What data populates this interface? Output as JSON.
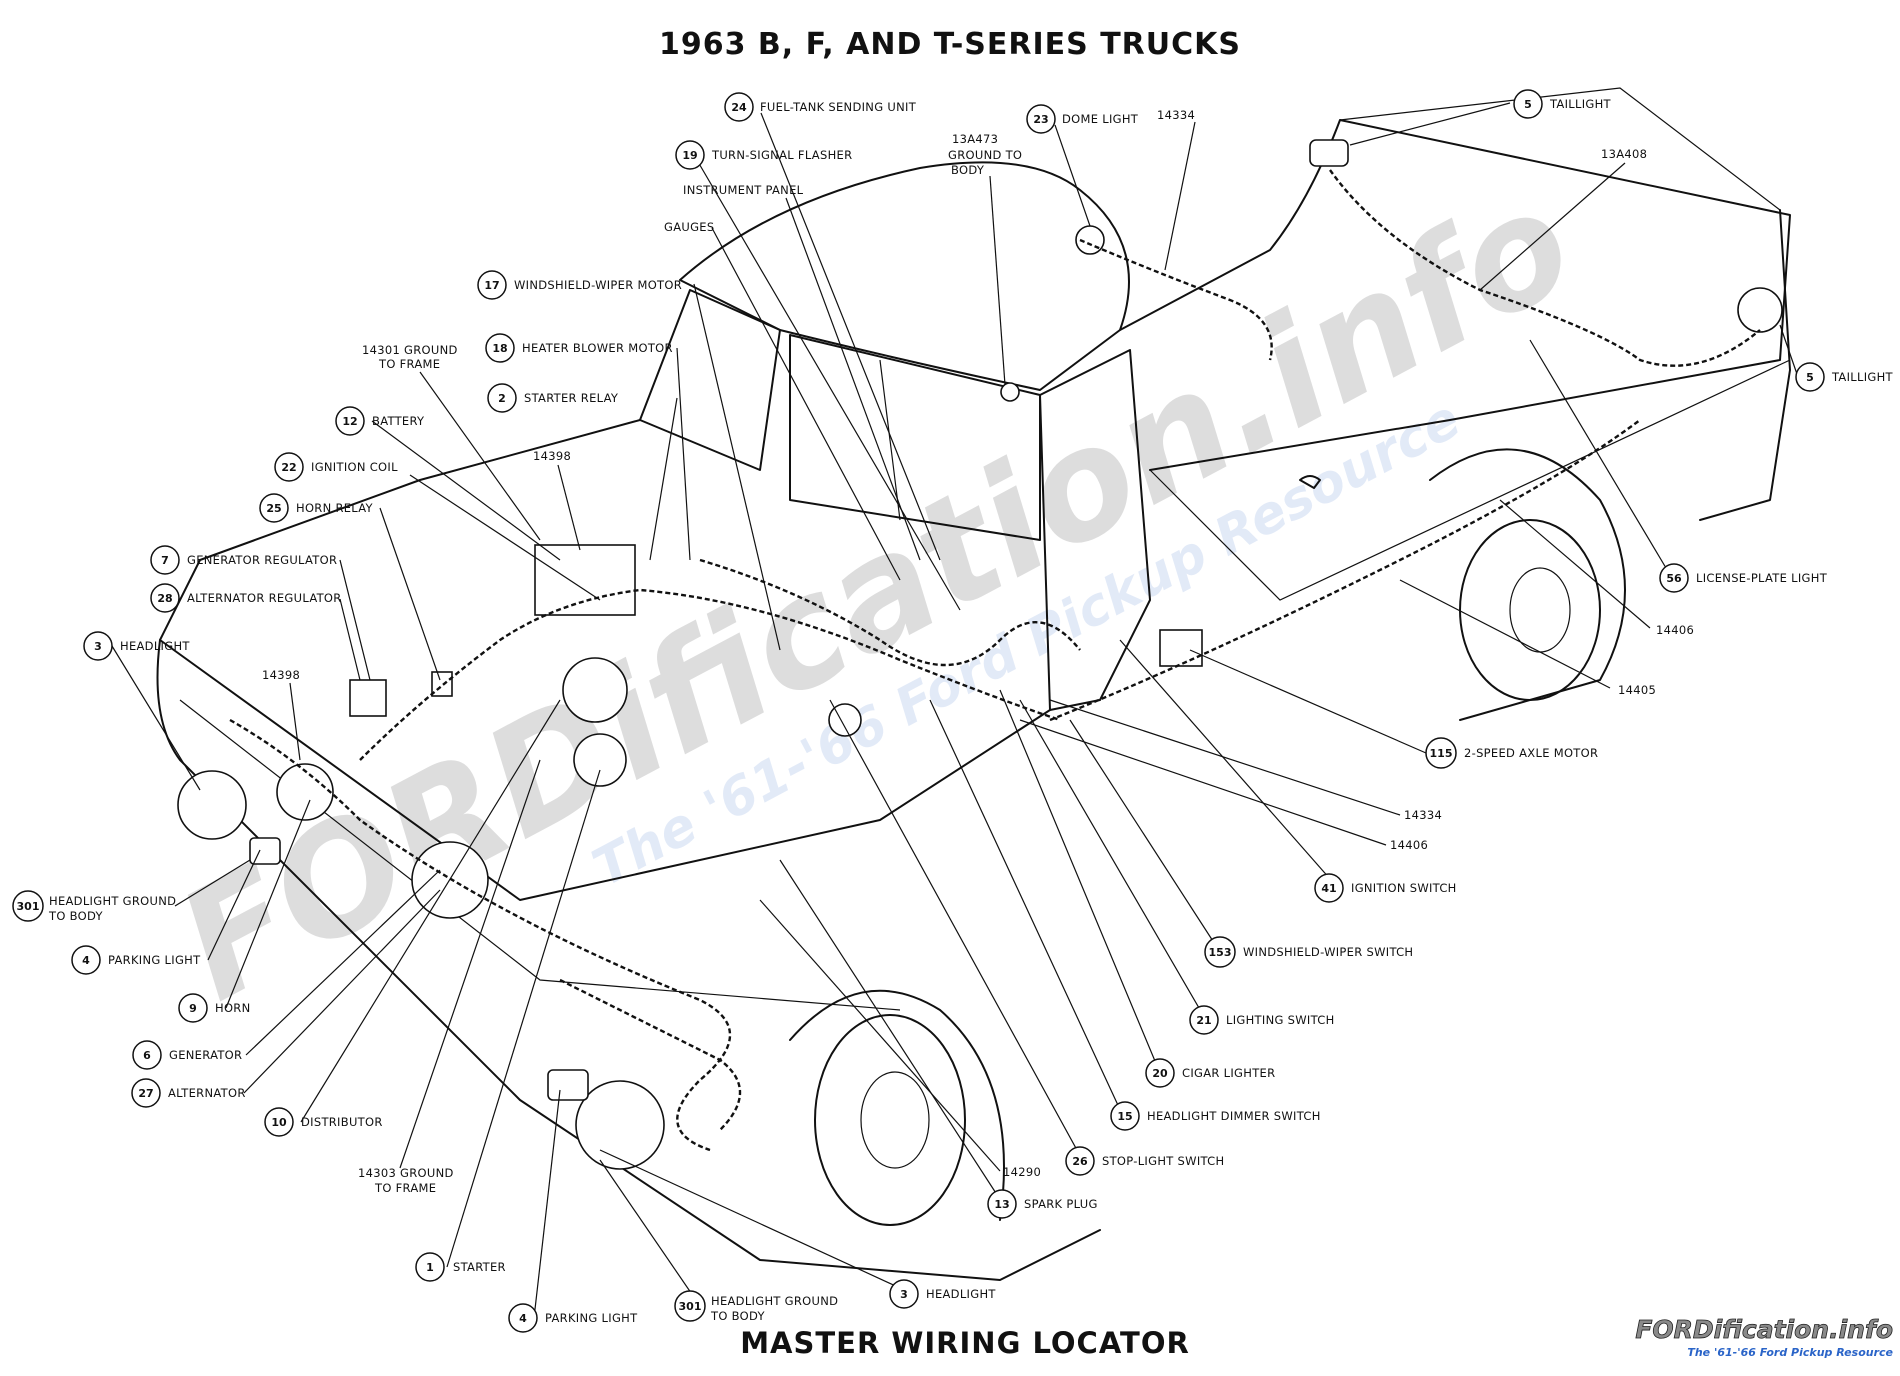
{
  "title": "1963 B, F, AND T-SERIES TRUCKS",
  "footer_title": "MASTER WIRING LOCATOR",
  "watermark": {
    "main": "FORDification.info",
    "sub": "The '61-'66 Ford Pickup Resource",
    "overlay_main": "FORDification.info",
    "overlay_sub": "The '61-'66 Ford Pickup Resource"
  },
  "callouts": [
    {
      "id": "24",
      "text": "FUEL-TANK SENDING UNIT"
    },
    {
      "id": "19",
      "text": "TURN-SIGNAL FLASHER"
    },
    {
      "id": "23",
      "text": "DOME LIGHT"
    },
    {
      "id": "5",
      "text": "TAILLIGHT"
    },
    {
      "id": "5",
      "text": "TAILLIGHT"
    },
    {
      "id": "17",
      "text": "WINDSHIELD-WIPER MOTOR"
    },
    {
      "id": "18",
      "text": "HEATER BLOWER MOTOR"
    },
    {
      "id": "2",
      "text": "STARTER RELAY"
    },
    {
      "id": "12",
      "text": "BATTERY"
    },
    {
      "id": "22",
      "text": "IGNITION COIL"
    },
    {
      "id": "25",
      "text": "HORN RELAY"
    },
    {
      "id": "7",
      "text": "GENERATOR REGULATOR"
    },
    {
      "id": "28",
      "text": "ALTERNATOR REGULATOR"
    },
    {
      "id": "3",
      "text": "HEADLIGHT"
    },
    {
      "id": "301",
      "text": "HEADLIGHT GROUND",
      "text2": "TO BODY"
    },
    {
      "id": "4",
      "text": "PARKING LIGHT"
    },
    {
      "id": "9",
      "text": "HORN"
    },
    {
      "id": "6",
      "text": "GENERATOR"
    },
    {
      "id": "27",
      "text": "ALTERNATOR"
    },
    {
      "id": "10",
      "text": "DISTRIBUTOR"
    },
    {
      "id": "1",
      "text": "STARTER"
    },
    {
      "id": "4",
      "text": "PARKING LIGHT"
    },
    {
      "id": "301",
      "text": "HEADLIGHT GROUND",
      "text2": "TO BODY"
    },
    {
      "id": "3",
      "text": "HEADLIGHT"
    },
    {
      "id": "13",
      "text": "SPARK PLUG"
    },
    {
      "id": "26",
      "text": "STOP-LIGHT SWITCH"
    },
    {
      "id": "15",
      "text": "HEADLIGHT DIMMER SWITCH"
    },
    {
      "id": "20",
      "text": "CIGAR LIGHTER"
    },
    {
      "id": "21",
      "text": "LIGHTING SWITCH"
    },
    {
      "id": "153",
      "text": "WINDSHIELD-WIPER SWITCH"
    },
    {
      "id": "41",
      "text": "IGNITION SWITCH"
    },
    {
      "id": "115",
      "text": "2-SPEED AXLE MOTOR"
    },
    {
      "id": "56",
      "text": "LICENSE-PLATE LIGHT"
    }
  ],
  "part_labels": [
    {
      "lines": [
        "INSTRUMENT PANEL"
      ]
    },
    {
      "lines": [
        "GAUGES"
      ]
    },
    {
      "lines": [
        "13A473",
        "GROUND TO",
        "BODY"
      ]
    },
    {
      "lines": [
        "14334"
      ]
    },
    {
      "lines": [
        "13A408"
      ]
    },
    {
      "lines": [
        "14301 GROUND",
        "TO FRAME"
      ]
    },
    {
      "lines": [
        "14398"
      ]
    },
    {
      "lines": [
        "14398"
      ]
    },
    {
      "lines": [
        "14406"
      ]
    },
    {
      "lines": [
        "14405"
      ]
    },
    {
      "lines": [
        "14334"
      ]
    },
    {
      "lines": [
        "14406"
      ]
    },
    {
      "lines": [
        "14303 GROUND",
        "TO FRAME"
      ]
    },
    {
      "lines": [
        "14290"
      ]
    }
  ]
}
